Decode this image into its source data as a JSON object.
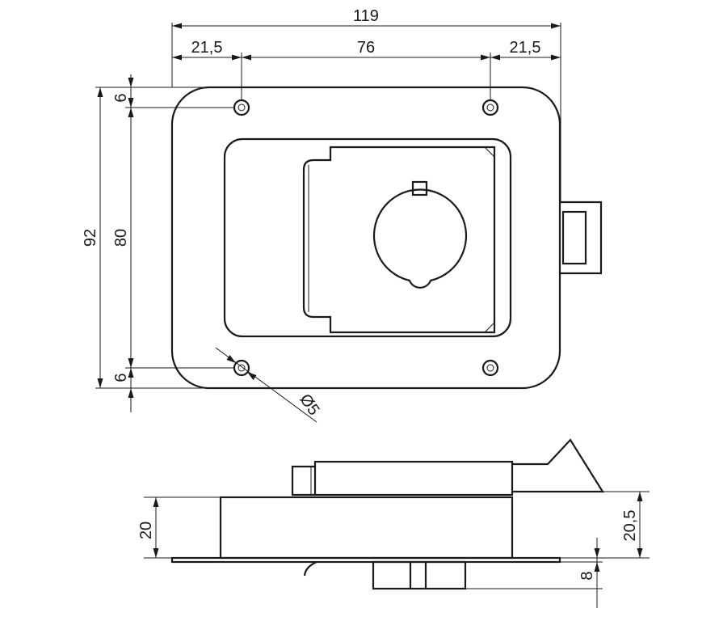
{
  "drawing": {
    "top_view": {
      "overall_width": "119",
      "left_offset": "21,5",
      "hole_spacing": "76",
      "right_offset": "21,5",
      "overall_height": "92",
      "hole_vertical_spacing": "80",
      "top_edge_offset": "6",
      "bottom_edge_offset": "6",
      "hole_diameter": "Ø5"
    },
    "side_view": {
      "body_height": "20",
      "total_height": "20,5",
      "bottom_protrusion": "8"
    }
  },
  "colors": {
    "line": "#1a1a1a",
    "background": "#ffffff"
  }
}
